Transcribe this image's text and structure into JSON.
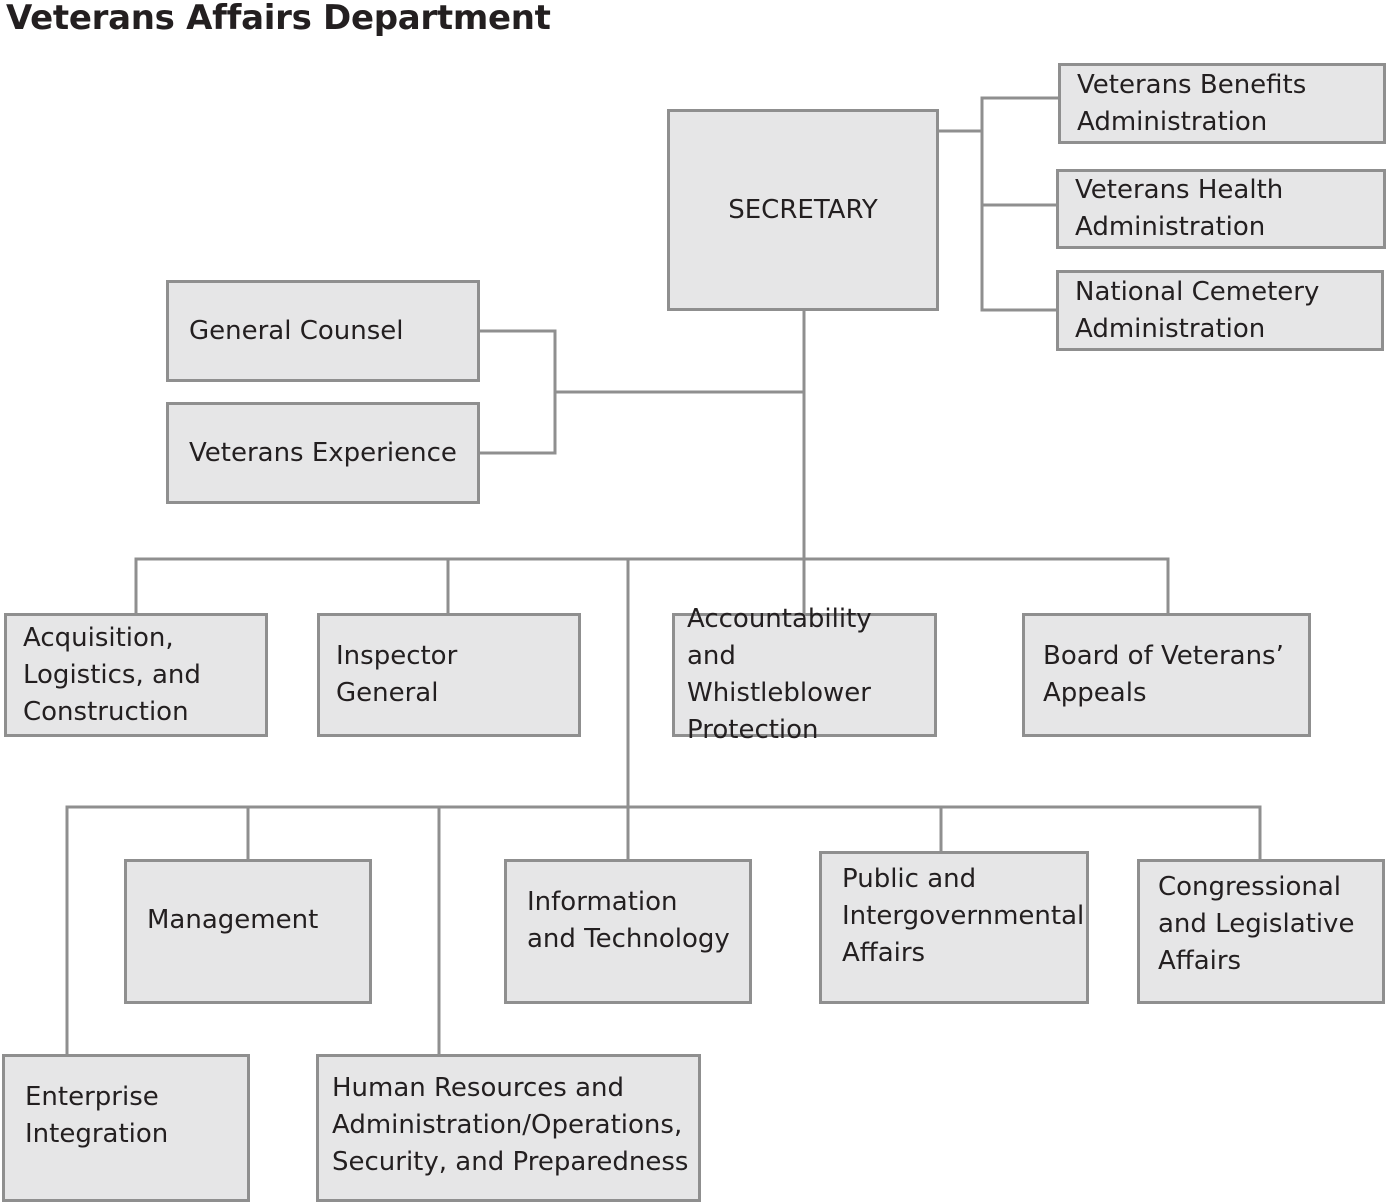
{
  "title": "Veterans Affairs Department",
  "colors": {
    "box_fill": "#e6e6e7",
    "box_border": "#8f8f8f",
    "connector": "#8f8f8f",
    "text": "#231f20"
  },
  "org": {
    "secretary": "SECRETARY",
    "administrations": [
      "Veterans Benefits\nAdministration",
      "Veterans Health\nAdministration",
      "National Cemetery\nAdministration"
    ],
    "staff_offices": [
      "General Counsel",
      "Veterans Experience"
    ],
    "tier1": [
      "Acquisition,\nLogistics, and\nConstruction",
      "Inspector General",
      "Accountability and\nWhistleblower\nProtection",
      "Board of Veterans’\nAppeals"
    ],
    "tier2": [
      "Management",
      "Information\nand Technology",
      "Public and\nIntergovernmental\nAffairs",
      "Congressional\nand Legislative\nAffairs"
    ],
    "tier3": [
      "Enterprise\nIntegration",
      "Human Resources and\nAdministration/Operations,\nSecurity, and Preparedness"
    ]
  }
}
